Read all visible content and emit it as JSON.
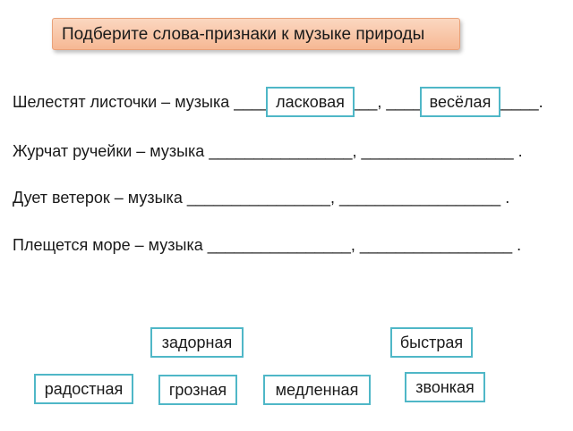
{
  "title": "Подберите слова-признаки к музыке природы",
  "sentences": [
    {
      "text": "Шелестят листочки – музыка ________________, _________________."
    },
    {
      "text": "Журчат ручейки – музыка ________________, _________________ ."
    },
    {
      "text": "Дует ветерок – музыка ________________, __________________ ."
    },
    {
      "text": "Плещется море – музыка ________________, _________________ ."
    }
  ],
  "placed_words": [
    "ласковая",
    "весёлая"
  ],
  "word_bank": [
    "задорная",
    "быстрая",
    "радостная",
    "грозная",
    "медленная",
    "звонкая"
  ],
  "colors": {
    "tile_border": "#4fb7c7",
    "title_bg": "#f6b894"
  }
}
